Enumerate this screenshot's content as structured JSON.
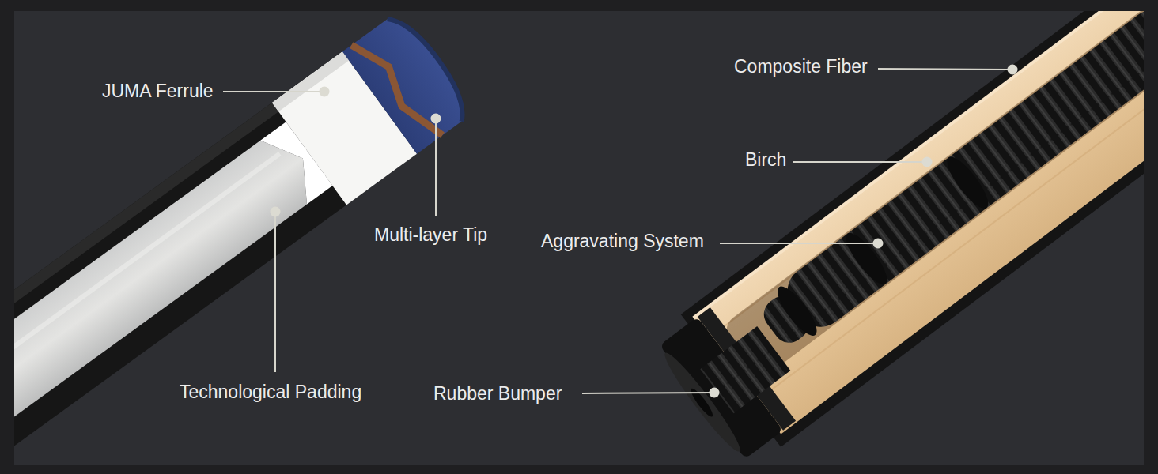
{
  "diagram": {
    "labels": [
      "JUMA Ferrule",
      "Multi-layer Tip",
      "Technological Padding",
      "Composite Fiber",
      "Birch",
      "Aggravating System",
      "Rubber Bumper"
    ]
  }
}
